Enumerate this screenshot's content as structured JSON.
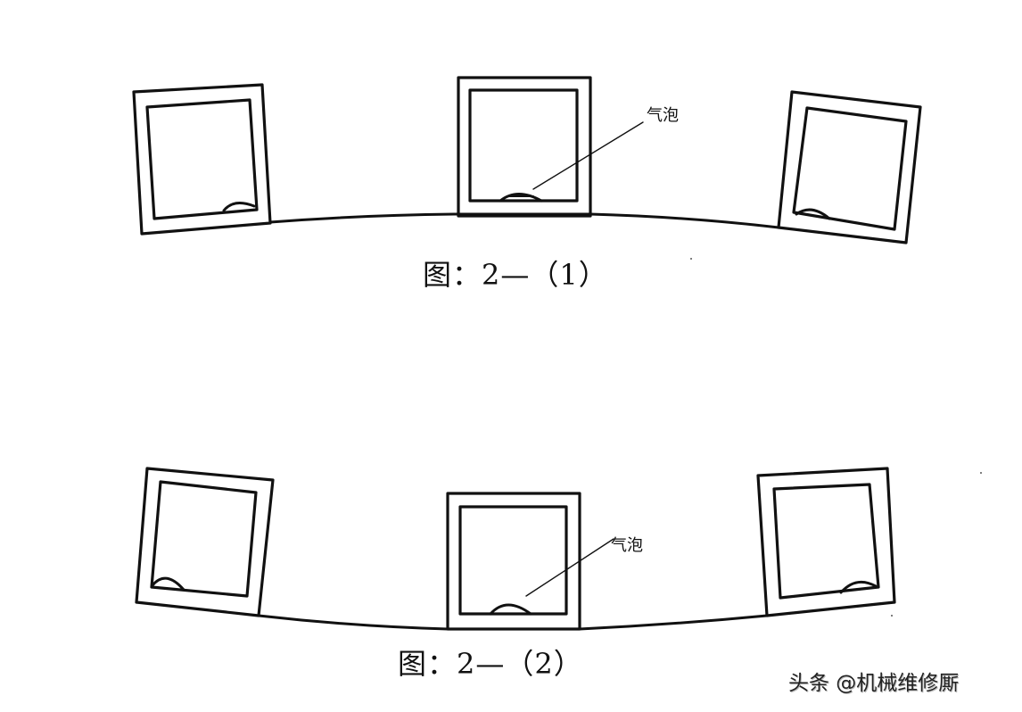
{
  "figure_top": {
    "caption": "图：2—（1）",
    "bubble_label": "气泡",
    "description": "Level vial on convex surface: three frames, bubble shifts toward the high point"
  },
  "figure_bottom": {
    "caption": "图：2—（2）",
    "bubble_label": "气泡",
    "description": "Level vial on concave surface: three frames, bubble shifts toward the edges"
  },
  "watermark": "头条 @机械维修厮",
  "colors": {
    "ink": "#111111",
    "background": "#ffffff"
  }
}
